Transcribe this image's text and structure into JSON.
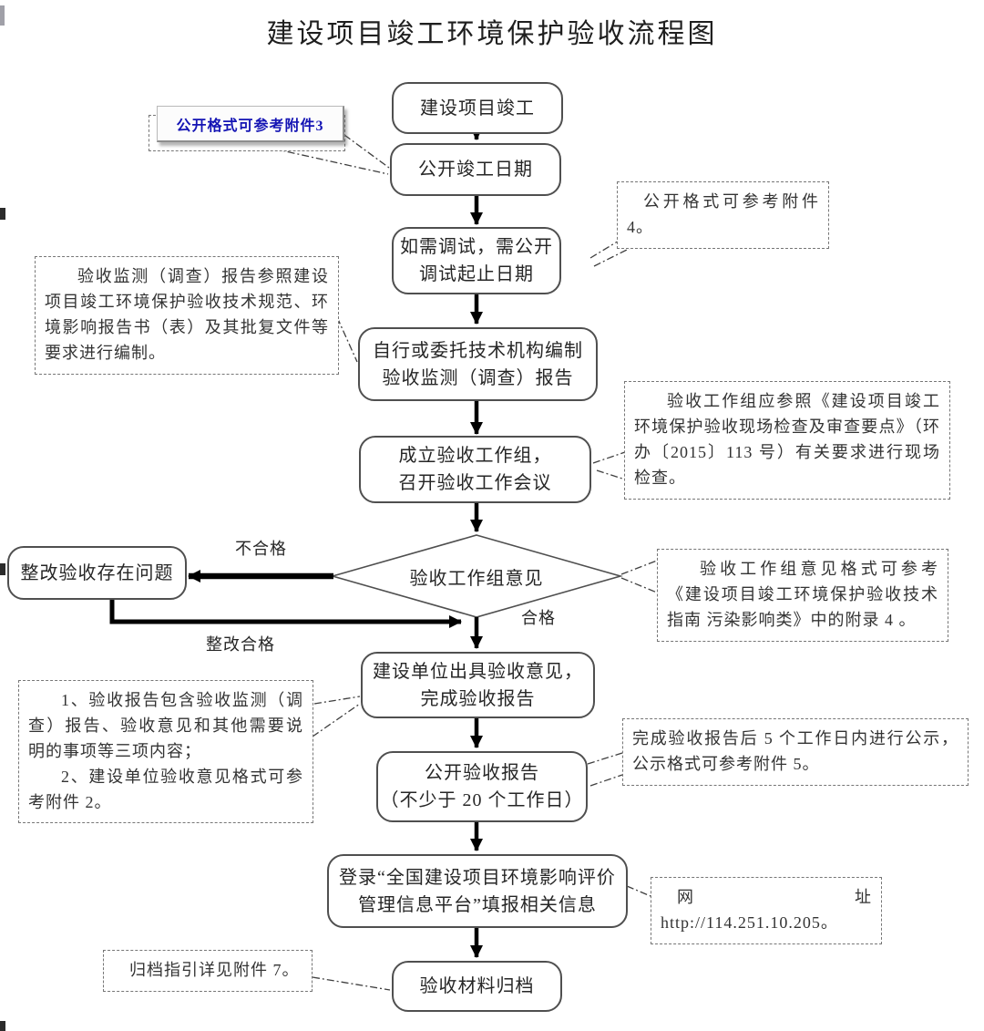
{
  "title": "建设项目竣工环境保护验收流程图",
  "flowchart": {
    "nodes": [
      {
        "key": "project-completion",
        "lines": [
          "建设项目竣工"
        ]
      },
      {
        "key": "publish-completion-date",
        "lines": [
          "公开竣工日期"
        ]
      },
      {
        "key": "debug-dates",
        "lines": [
          "如需调试，需公开",
          "调试起止日期"
        ]
      },
      {
        "key": "prepare-report",
        "lines": [
          "自行或委托技术机构编制",
          "验收监测（调查）报告"
        ]
      },
      {
        "key": "setup-workgroup",
        "lines": [
          "成立验收工作组，",
          "召开验收工作会议"
        ]
      },
      {
        "key": "issue-opinion",
        "lines": [
          "建设单位出具验收意见，",
          "完成验收报告"
        ]
      },
      {
        "key": "publish-report",
        "lines": [
          "公开验收报告",
          "（不少于 20 个工作日）"
        ]
      },
      {
        "key": "login-platform",
        "lines": [
          "登录“全国建设项目环境影响评价",
          "管理信息平台”填报相关信息"
        ]
      },
      {
        "key": "archive-material",
        "lines": [
          "验收材料归档"
        ]
      }
    ],
    "decision": {
      "label": "验收工作组意见"
    },
    "remediation": {
      "label": "整改验收存在问题"
    },
    "edge_labels": {
      "fail": "不合格",
      "pass": "合格",
      "rectified": "整改合格"
    }
  },
  "annotations": {
    "attachment3": {
      "text": "公开格式可参考附件3"
    },
    "attachment4": {
      "text": "公开格式可参考附件 4。"
    },
    "monitoring_report_basis": {
      "text": "验收监测（调查）报告参照建设项目竣工环境保护验收技术规范、环境影响报告书（表）及其批复文件等要求进行编制。"
    },
    "site_check": {
      "text": "验收工作组应参照《建设项目竣工环境保护验收现场检查及审查要点》（环办〔2015〕113 号）有关要求进行现场检查。"
    },
    "opinion_format": {
      "text": "验收工作组意见格式可参考《建设项目竣工环境保护验收技术指南 污染影响类》中的附录 4 。"
    },
    "report_contents": {
      "items": [
        "1、验收报告包含验收监测（调查）报告、验收意见和其他需要说明的事项等三项内容；",
        "2、建设单位验收意见格式可参考附件 2。"
      ]
    },
    "publicity": {
      "text": "完成验收报告后 5 个工作日内进行公示，公示格式可参考附件 5。"
    },
    "website": {
      "text": "网址 http://114.251.10.205。"
    },
    "archive_guide": {
      "text": "归档指引详见附件 7。"
    }
  },
  "colors": {
    "accent_blue": "#1414b4",
    "node_border": "#4f4f4f",
    "arrow": "#000000",
    "callout_border": "#767676"
  }
}
